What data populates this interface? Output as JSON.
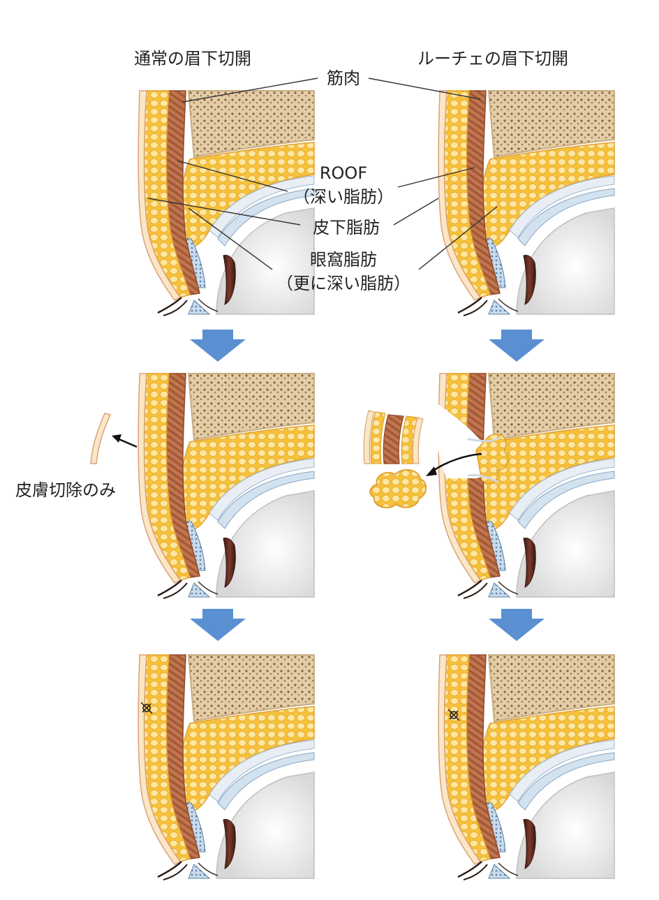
{
  "headings": {
    "left": "通常の眉下切開",
    "right": "ルーチェの眉下切開"
  },
  "labels": {
    "muscle": "筋肉",
    "roof": "ROOF",
    "roof_sub": "（深い脂肪）",
    "subcutaneous_fat": "皮下脂肪",
    "orbital_fat": "眼窩脂肪",
    "orbital_fat_sub": "（更に深い脂肪）",
    "skin_only": "皮膚切除のみ"
  },
  "colors": {
    "fat": "#f7c23a",
    "fat_cell": "#fde7a3",
    "fat_outline": "#e2a12e",
    "skin": "#fbe6c6",
    "skin_edge": "#d8a37a",
    "muscle": "#b96b45",
    "muscle_stripe": "#8f4a2c",
    "bone": "#e2cda6",
    "bone_dots": "#8a6140",
    "eye_white": "#f2f2f2",
    "eye_dark": "#5a2a22",
    "arrow_blue": "#5a8fd2",
    "membrane": "#c9dbeb"
  }
}
